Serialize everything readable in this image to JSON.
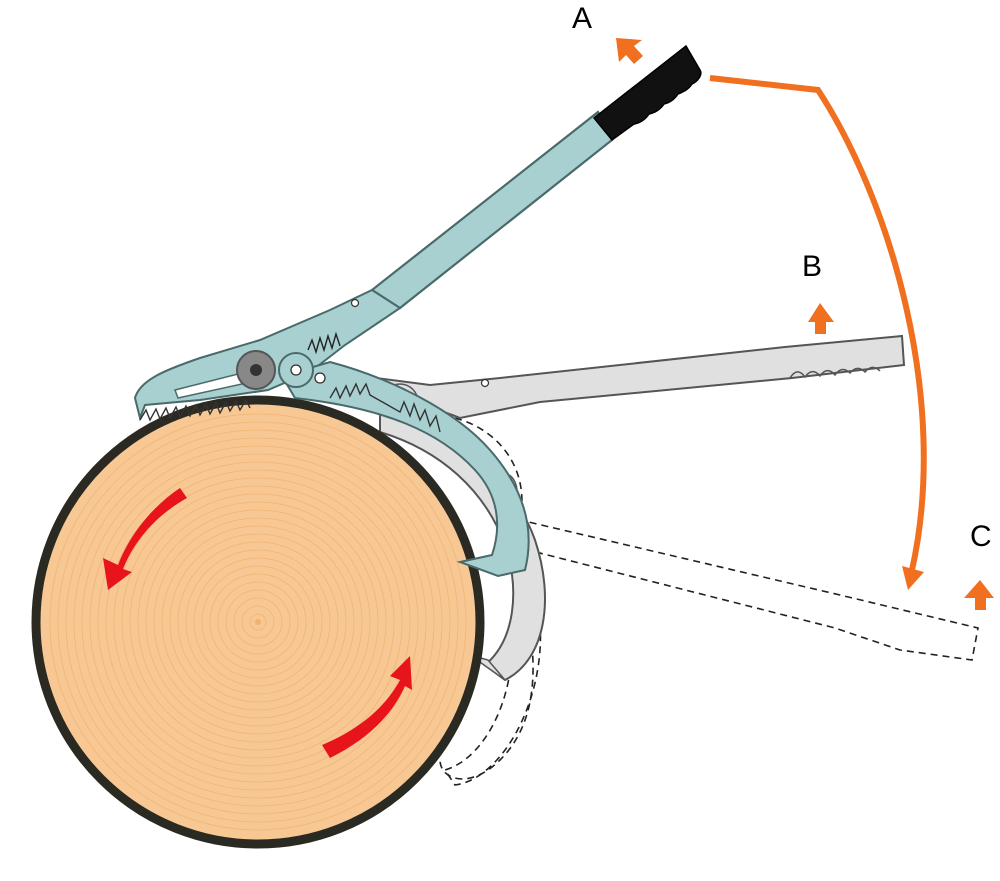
{
  "labels": {
    "a": "A",
    "b": "B",
    "c": "C"
  },
  "colors": {
    "background": "#ffffff",
    "log_wood": "#f8c894",
    "log_rings": "#f3b878",
    "log_bark": "#2a2a22",
    "rotation_arrow": "#e8141c",
    "swing_arc": "#f07020",
    "position_arrow": "#f07020",
    "handle_a_fill": "#a8d0d0",
    "handle_a_stroke": "#4a6a6a",
    "grip": "#111111",
    "handle_b_fill": "#e0e0e0",
    "handle_b_stroke": "#555555",
    "handle_c_stroke": "#222222",
    "pivot": "#888888",
    "pivot_center": "#333333",
    "teeth": "#333333"
  },
  "icons": {
    "rotation": "curved-arrow-icon",
    "position": "up-right-arrow-icon"
  }
}
